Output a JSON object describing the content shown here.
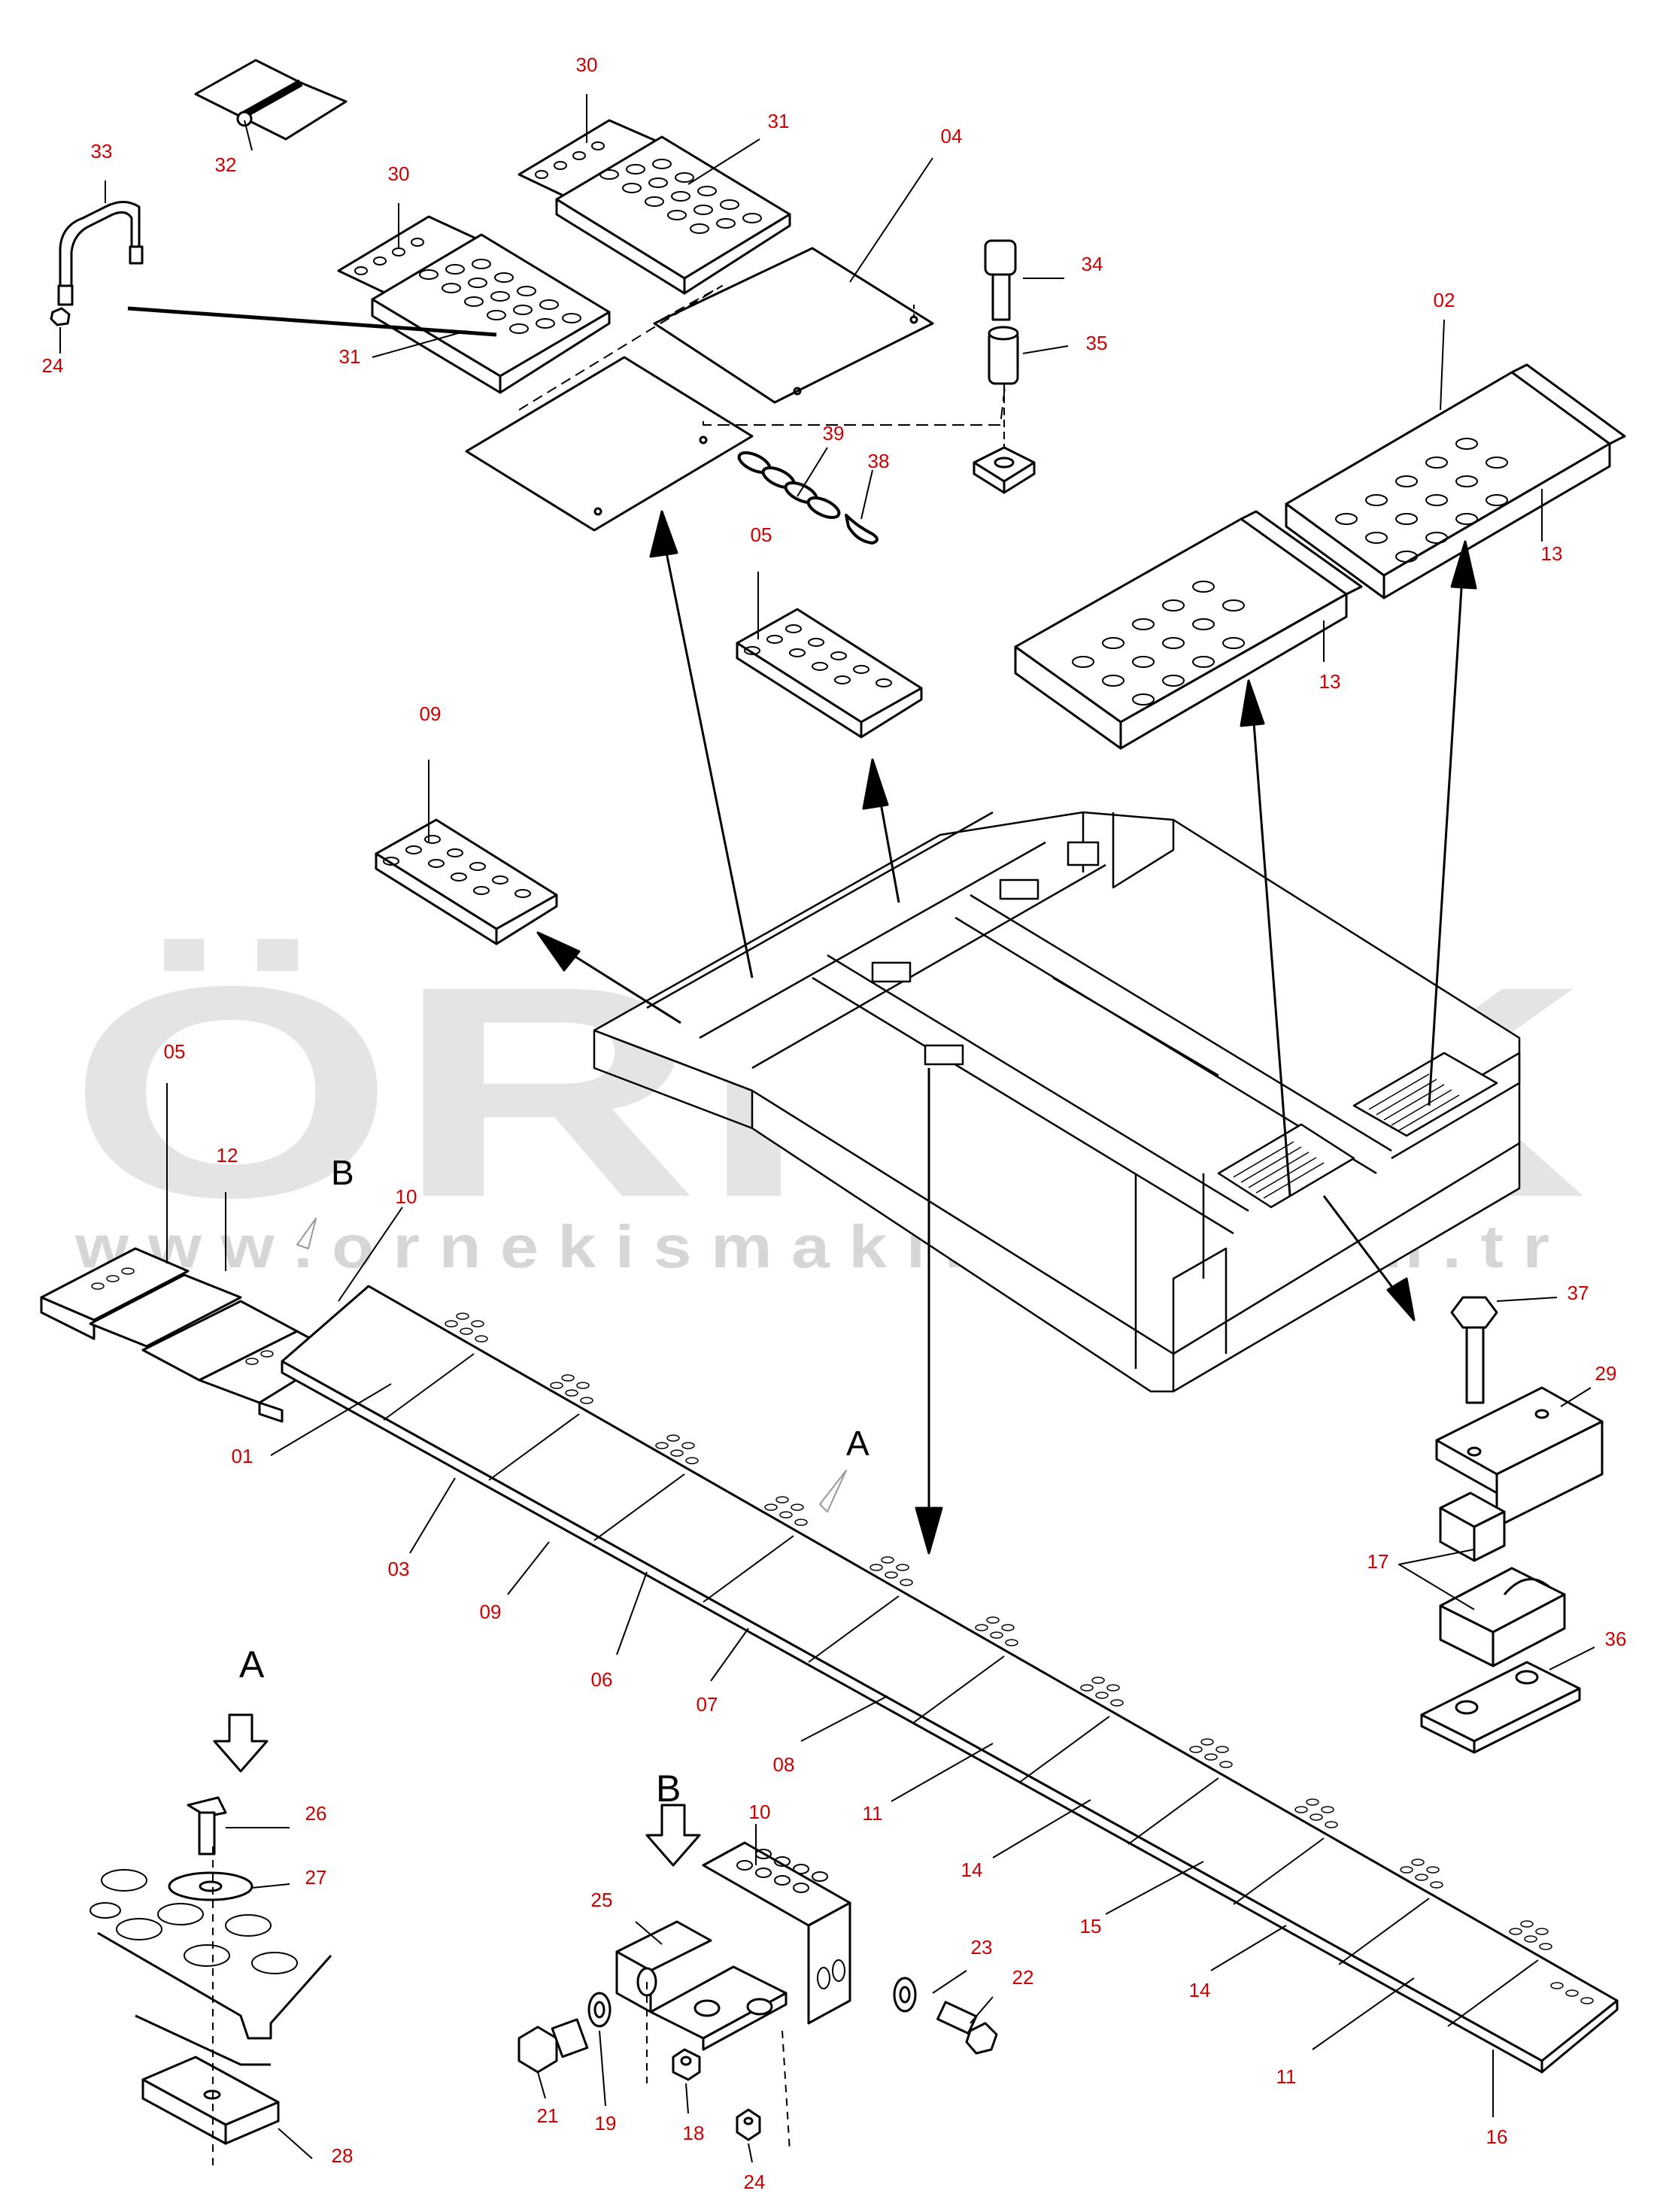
{
  "watermark": {
    "brand": "ÖRNEK",
    "url": "w w w . o r n e k i s m a k i n a l a r . c o m . t r",
    "colors": {
      "brand_gray": "#e4e4e4",
      "accent_yellow": "#f7d64a",
      "url_gray": "#d6d6d6"
    }
  },
  "colors": {
    "callout_text": "#cc0000",
    "line": "#000000",
    "view_letter": "#000000"
  },
  "view_letters": {
    "a_main": "A",
    "b_main": "B",
    "a_detail": "A",
    "b_detail": "B"
  },
  "callouts": [
    {
      "id": "c30a",
      "text": "30"
    },
    {
      "id": "c31a",
      "text": "31"
    },
    {
      "id": "c04",
      "text": "04"
    },
    {
      "id": "c32",
      "text": "32"
    },
    {
      "id": "c33",
      "text": "33"
    },
    {
      "id": "c30b",
      "text": "30"
    },
    {
      "id": "c24a",
      "text": "24"
    },
    {
      "id": "c31b",
      "text": "31"
    },
    {
      "id": "c34",
      "text": "34"
    },
    {
      "id": "c35",
      "text": "35"
    },
    {
      "id": "c02",
      "text": "02"
    },
    {
      "id": "c39",
      "text": "39"
    },
    {
      "id": "c38",
      "text": "38"
    },
    {
      "id": "c05a",
      "text": "05"
    },
    {
      "id": "c13a",
      "text": "13"
    },
    {
      "id": "c13b",
      "text": "13"
    },
    {
      "id": "c09a",
      "text": "09"
    },
    {
      "id": "c05b",
      "text": "05"
    },
    {
      "id": "c12",
      "text": "12"
    },
    {
      "id": "c10a",
      "text": "10"
    },
    {
      "id": "c01",
      "text": "01"
    },
    {
      "id": "c03",
      "text": "03"
    },
    {
      "id": "c09b",
      "text": "09"
    },
    {
      "id": "c06",
      "text": "06"
    },
    {
      "id": "c07",
      "text": "07"
    },
    {
      "id": "c08",
      "text": "08"
    },
    {
      "id": "c11a",
      "text": "11"
    },
    {
      "id": "c14a",
      "text": "14"
    },
    {
      "id": "c15",
      "text": "15"
    },
    {
      "id": "c14b",
      "text": "14"
    },
    {
      "id": "c11b",
      "text": "11"
    },
    {
      "id": "c16",
      "text": "16"
    },
    {
      "id": "c37",
      "text": "37"
    },
    {
      "id": "c29",
      "text": "29"
    },
    {
      "id": "c17",
      "text": "17"
    },
    {
      "id": "c36",
      "text": "36"
    },
    {
      "id": "c26",
      "text": "26"
    },
    {
      "id": "c27",
      "text": "27"
    },
    {
      "id": "c28",
      "text": "28"
    },
    {
      "id": "c25",
      "text": "25"
    },
    {
      "id": "c10b",
      "text": "10"
    },
    {
      "id": "c23",
      "text": "23"
    },
    {
      "id": "c22",
      "text": "22"
    },
    {
      "id": "c21",
      "text": "21"
    },
    {
      "id": "c19",
      "text": "19"
    },
    {
      "id": "c18",
      "text": "18"
    },
    {
      "id": "c24b",
      "text": "24"
    }
  ]
}
